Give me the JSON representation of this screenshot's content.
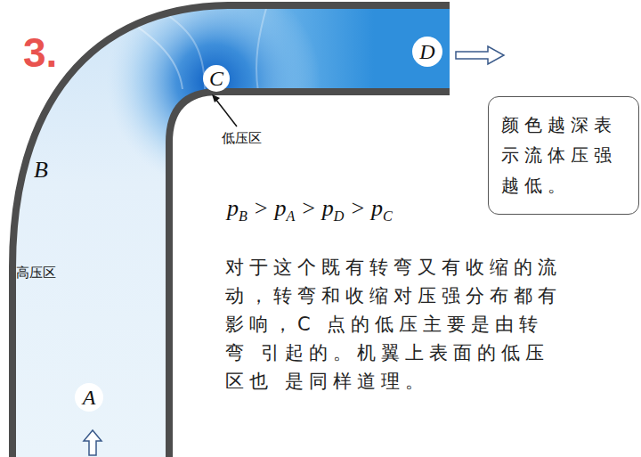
{
  "diagram": {
    "nodes": [
      {
        "text": [
          "D"
        ]
      },
      {
        "text": [
          "C"
        ]
      },
      {
        "text": [
          "颜色越深表 示流体压强 越低。"
        ]
      },
      {
        "text": [
          "A"
        ]
      }
    ],
    "labels": [
      "3.",
      "B",
      "低压区",
      "高压区",
      "pB > pA > pD > pC",
      "对于这个既有转弯又有收缩的流 动，转弯和收缩对压强分布都有 影响，C 点的低压主要是由转弯 引起的。机翼上表面的低压区也 是同样道理。"
    ]
  }
}
